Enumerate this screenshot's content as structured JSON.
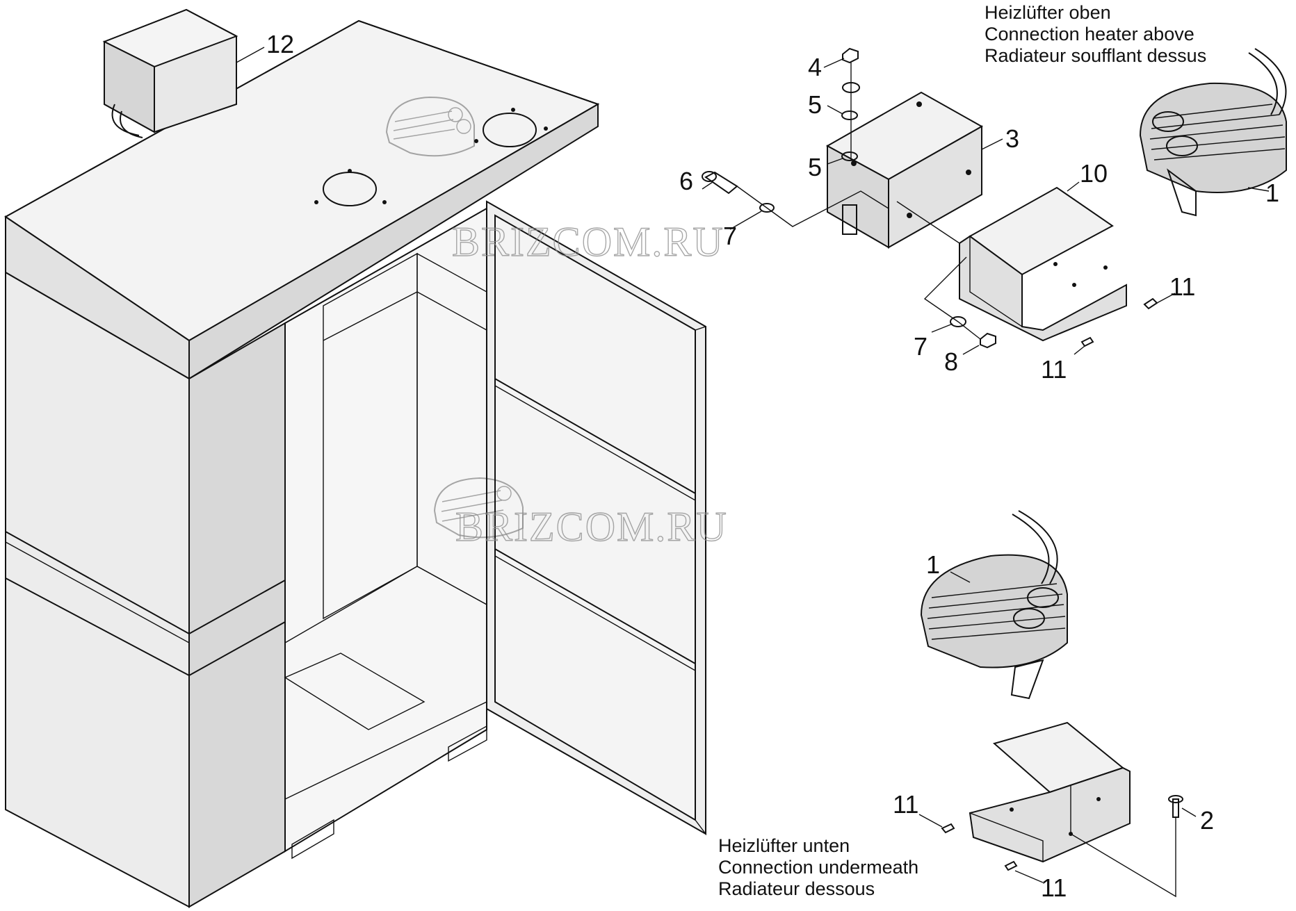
{
  "captions": {
    "top": [
      "Heizlüfter oben",
      "Connection heater above",
      "Radiateur soufflant dessus"
    ],
    "bottom": [
      "Heizlüfter unten",
      "Connection undermeath",
      "Radiateur dessous"
    ]
  },
  "watermarks": [
    "BRIZCOM.RU",
    "BRIZCOM.RU"
  ],
  "callouts": [
    "12",
    "4",
    "5",
    "5",
    "3",
    "6",
    "7",
    "10",
    "1",
    "11",
    "7",
    "8",
    "11",
    "1",
    "11",
    "2",
    "11"
  ],
  "colors": {
    "line": "#111111",
    "panel_light": "#f0f0f0",
    "panel_mid": "#e6e6e6",
    "panel_dark": "#d6d6d6"
  }
}
